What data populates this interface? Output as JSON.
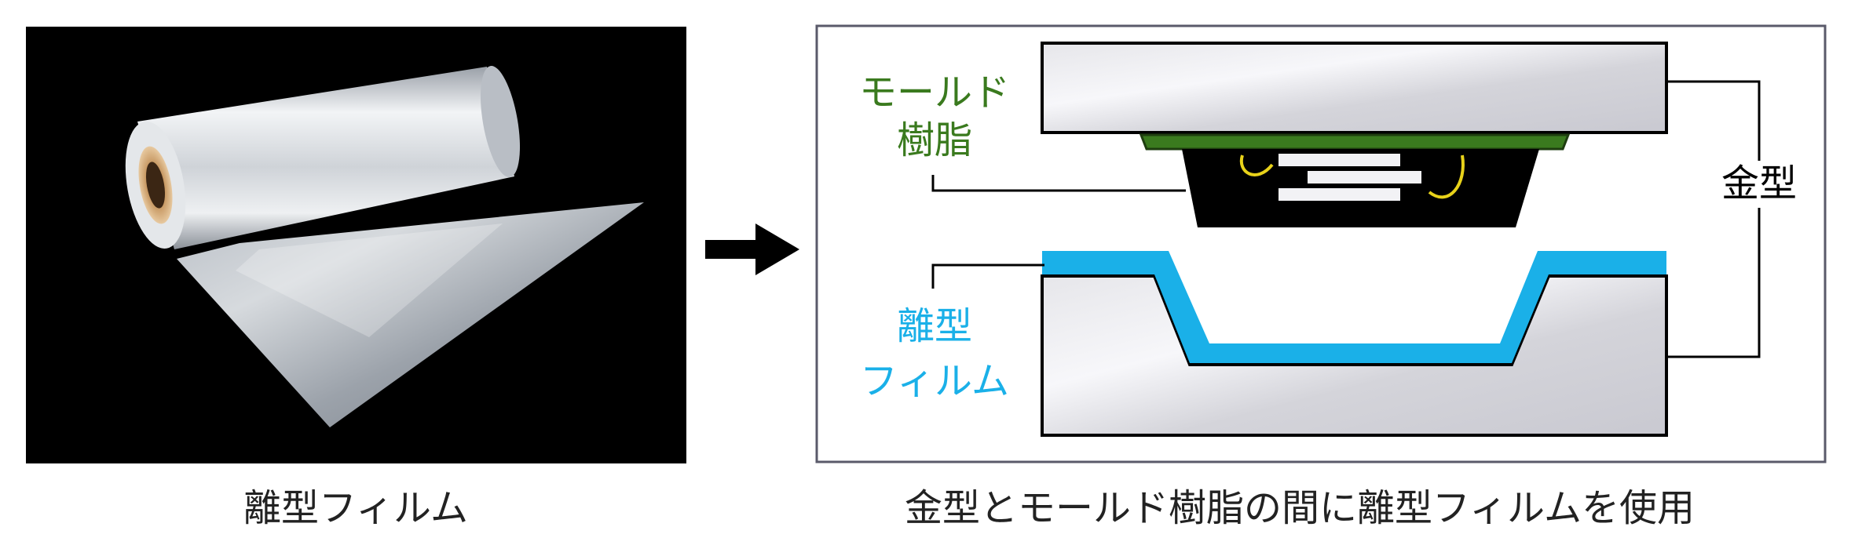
{
  "photo": {
    "caption": "離型フィルム"
  },
  "diagram": {
    "mold_resin_label_line1": "モールド",
    "mold_resin_label_line2": "樹脂",
    "mold_label": "金型",
    "release_film_label_line1": "離型",
    "release_film_label_line2": "フィルム",
    "caption": "金型とモールド樹脂の間に離型フィルムを使用"
  },
  "colors": {
    "resin_green": "#3a7a1e",
    "film_cyan": "#1ab0e8",
    "mold_gray": "#d9d9de",
    "photo_bg": "#000000",
    "wire_yellow": "#e8d21a",
    "frame": "#5a5a6a"
  },
  "icons": {
    "arrow": "right-arrow-icon"
  }
}
